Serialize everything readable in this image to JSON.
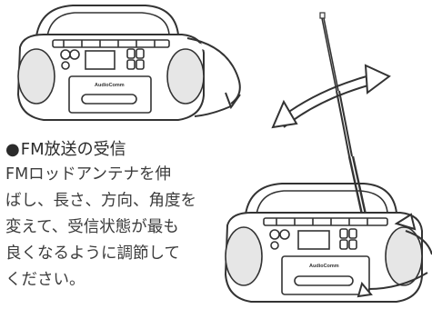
{
  "section": {
    "title": "FM放送の受信",
    "bullet": "●",
    "lines": [
      "FMロッドアンテナを伸",
      "ばし、長さ、方向、角度を",
      "変えて、受信状態が最も",
      "良くなるように調節して",
      "ください。"
    ]
  },
  "illustrations": {
    "brand_label": "AudioComm"
  }
}
